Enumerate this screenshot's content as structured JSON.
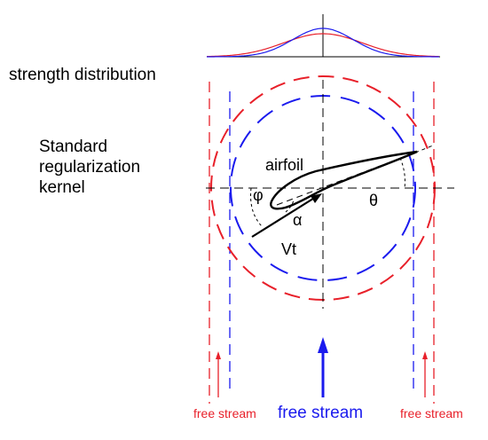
{
  "labels": {
    "strength_distribution": "strength distribution",
    "kernel_line1": "Standard",
    "kernel_line2": "regularization",
    "kernel_line3": "kernel",
    "airfoil": "airfoil",
    "phi": "φ",
    "alpha": "α",
    "theta": "θ",
    "vt": "Vt",
    "free_stream_left": "free stream",
    "free_stream_center": "free stream",
    "free_stream_right": "free stream"
  },
  "colors": {
    "red": "#e8202a",
    "blue": "#1a1aee",
    "black": "#000000"
  }
}
